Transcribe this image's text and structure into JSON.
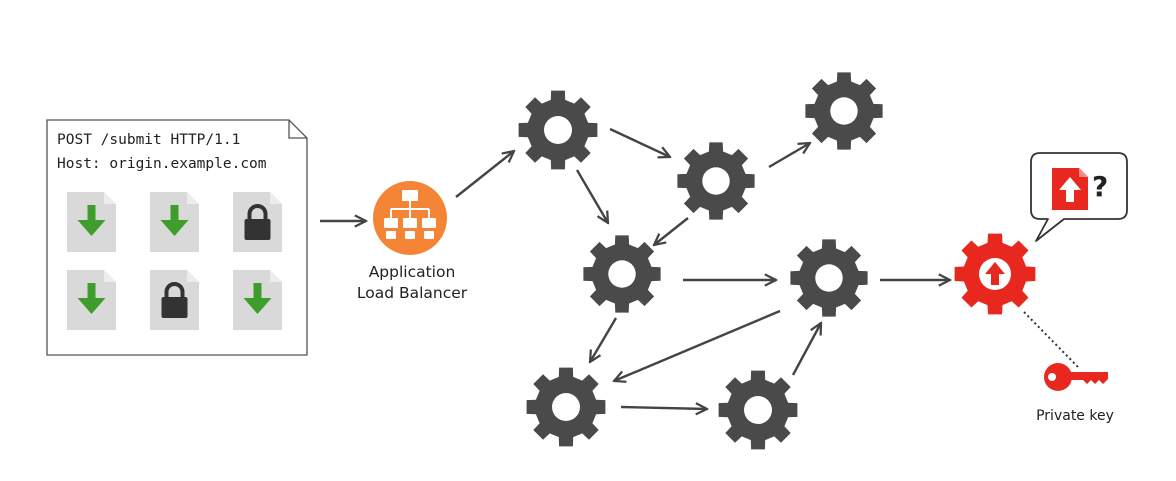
{
  "request": {
    "line1": "POST /submit HTTP/1.1",
    "line2": "Host: origin.example.com"
  },
  "request_files": [
    {
      "icon": "download-icon"
    },
    {
      "icon": "download-icon"
    },
    {
      "icon": "lock-icon"
    },
    {
      "icon": "download-icon"
    },
    {
      "icon": "lock-icon"
    },
    {
      "icon": "download-icon"
    }
  ],
  "load_balancer": {
    "line1": "Application",
    "line2": "Load Balancer"
  },
  "gears": [
    {
      "id": "gear-1",
      "icon": "gear-icon"
    },
    {
      "id": "gear-2",
      "icon": "gear-icon"
    },
    {
      "id": "gear-3",
      "icon": "gear-icon"
    },
    {
      "id": "gear-4",
      "icon": "gear-icon"
    },
    {
      "id": "gear-5",
      "icon": "gear-icon"
    },
    {
      "id": "gear-6",
      "icon": "gear-icon"
    },
    {
      "id": "gear-7",
      "icon": "gear-icon"
    }
  ],
  "upload_gear": {
    "icon": "upload-gear-icon"
  },
  "speech_bubble": {
    "symbol": "?",
    "icon": "upload-file-icon"
  },
  "private_key": {
    "label": "Private key",
    "icon": "key-icon"
  },
  "colors": {
    "gear": "#4a4a4a",
    "alb": "#f58536",
    "alert_red": "#e8281f",
    "download_green": "#3f9e2b",
    "file_gray": "#d9d9d9",
    "arrow": "#444444"
  }
}
